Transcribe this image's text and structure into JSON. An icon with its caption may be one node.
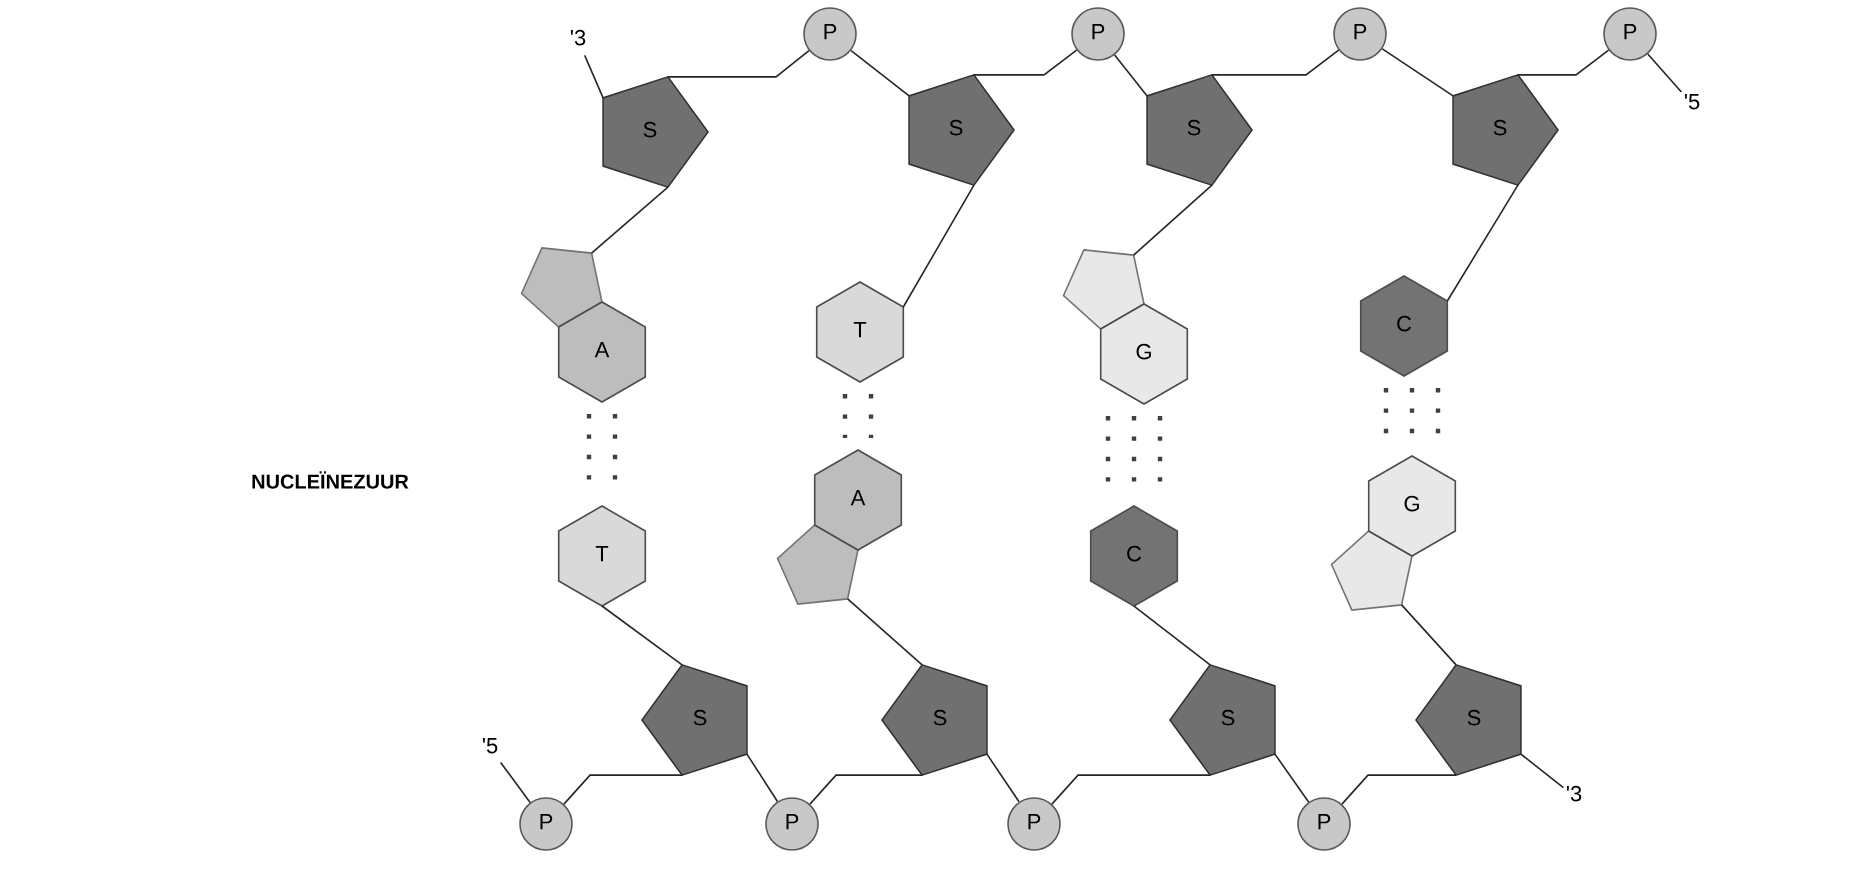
{
  "diagram": {
    "nodes": [
      {
        "text": [
          "P"
        ]
      },
      {
        "text": [
          "P"
        ]
      },
      {
        "text": [
          "P"
        ]
      },
      {
        "text": [
          "P"
        ]
      },
      {
        "text": [
          "S"
        ]
      },
      {
        "text": [
          "S"
        ]
      },
      {
        "text": [
          "S"
        ]
      },
      {
        "text": [
          "S"
        ]
      },
      {
        "text": [
          "A"
        ]
      },
      {
        "text": [
          "T"
        ]
      },
      {
        "text": [
          "G"
        ]
      },
      {
        "text": [
          "C"
        ]
      },
      {
        "text": [
          "T"
        ]
      },
      {
        "text": [
          "A"
        ]
      },
      {
        "text": [
          "C"
        ]
      },
      {
        "text": [
          "G"
        ]
      },
      {
        "text": [
          "S"
        ]
      },
      {
        "text": [
          "S"
        ]
      },
      {
        "text": [
          "S"
        ]
      },
      {
        "text": [
          "S"
        ]
      },
      {
        "text": [
          "P"
        ]
      },
      {
        "text": [
          "P"
        ]
      },
      {
        "text": [
          "P"
        ]
      },
      {
        "text": [
          "P"
        ]
      },
      {
        "text": [
          "'3"
        ]
      },
      {
        "text": [
          "'5"
        ]
      },
      {
        "text": [
          "'5"
        ]
      },
      {
        "text": [
          "'3"
        ]
      }
    ],
    "edges": [
      {
        "from": 24,
        "to": 4,
        "arrow": "none"
      },
      {
        "from": 4,
        "to": 0,
        "arrow": "none"
      },
      {
        "from": 0,
        "to": 5,
        "arrow": "none"
      },
      {
        "from": 5,
        "to": 1,
        "arrow": "none"
      },
      {
        "from": 1,
        "to": 6,
        "arrow": "none"
      },
      {
        "from": 6,
        "to": 2,
        "arrow": "none"
      },
      {
        "from": 2,
        "to": 7,
        "arrow": "none"
      },
      {
        "from": 7,
        "to": 3,
        "arrow": "none"
      },
      {
        "from": 3,
        "to": 25,
        "arrow": "none"
      },
      {
        "from": 4,
        "to": 8,
        "arrow": "none"
      },
      {
        "from": 5,
        "to": 9,
        "arrow": "none"
      },
      {
        "from": 6,
        "to": 10,
        "arrow": "none"
      },
      {
        "from": 7,
        "to": 11,
        "arrow": "none"
      },
      {
        "from": 8,
        "to": 12,
        "arrow": "none",
        "style": "dashed"
      },
      {
        "from": 8,
        "to": 12,
        "arrow": "none",
        "style": "dashed"
      },
      {
        "from": 9,
        "to": 13,
        "arrow": "none",
        "style": "dashed"
      },
      {
        "from": 9,
        "to": 13,
        "arrow": "none",
        "style": "dashed"
      },
      {
        "from": 10,
        "to": 14,
        "arrow": "none",
        "style": "dashed"
      },
      {
        "from": 10,
        "to": 14,
        "arrow": "none",
        "style": "dashed"
      },
      {
        "from": 10,
        "to": 14,
        "arrow": "none",
        "style": "dashed"
      },
      {
        "from": 11,
        "to": 15,
        "arrow": "none",
        "style": "dashed"
      },
      {
        "from": 11,
        "to": 15,
        "arrow": "none",
        "style": "dashed"
      },
      {
        "from": 11,
        "to": 15,
        "arrow": "none",
        "style": "dashed"
      },
      {
        "from": 12,
        "to": 16,
        "arrow": "none"
      },
      {
        "from": 13,
        "to": 17,
        "arrow": "none"
      },
      {
        "from": 14,
        "to": 18,
        "arrow": "none"
      },
      {
        "from": 15,
        "to": 19,
        "arrow": "none"
      },
      {
        "from": 26,
        "to": 20,
        "arrow": "none"
      },
      {
        "from": 20,
        "to": 16,
        "arrow": "none"
      },
      {
        "from": 16,
        "to": 21,
        "arrow": "none"
      },
      {
        "from": 21,
        "to": 17,
        "arrow": "none"
      },
      {
        "from": 17,
        "to": 22,
        "arrow": "none"
      },
      {
        "from": 22,
        "to": 18,
        "arrow": "none"
      },
      {
        "from": 18,
        "to": 23,
        "arrow": "none"
      },
      {
        "from": 23,
        "to": 19,
        "arrow": "none"
      },
      {
        "from": 19,
        "to": 27,
        "arrow": "none"
      }
    ],
    "labels": [
      "NUCLEÏNEZUUR"
    ]
  }
}
